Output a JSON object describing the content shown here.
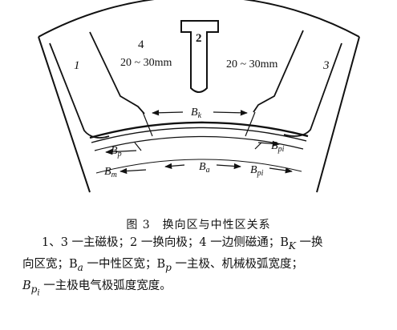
{
  "figure": {
    "pole_labels": {
      "main_pole_left": "1",
      "commutating_pole": "2",
      "main_pole_right": "3",
      "side_flux": "4"
    },
    "dim_left": "20 ~ 30mm",
    "dim_right": "20 ~ 30mm",
    "bk_label": "B_k",
    "bp_label": "B_p",
    "bm_label": "B_m",
    "ba_label": "B_a",
    "bpi_label": "B_pi",
    "bpi_upper_label": "B_pi"
  },
  "caption": "图 3　换向区与中性区关系",
  "legend": {
    "line1": "1、3 一主磁极；2 一换向极；4 一边侧磁通；B",
    "bk_sub": "K",
    "line1_tail": " 一换",
    "line2_a": "向区宽；B",
    "ba_sub": "a",
    "line2_b": " 一中性区宽；B",
    "bp_sub": "p",
    "line2_c": " 一主极、机械极弧宽度；",
    "line3_a": "B",
    "bpi_sub": "p",
    "bpi_subsub": "i",
    "line3_b": " 一主极电气极弧度宽度。"
  }
}
